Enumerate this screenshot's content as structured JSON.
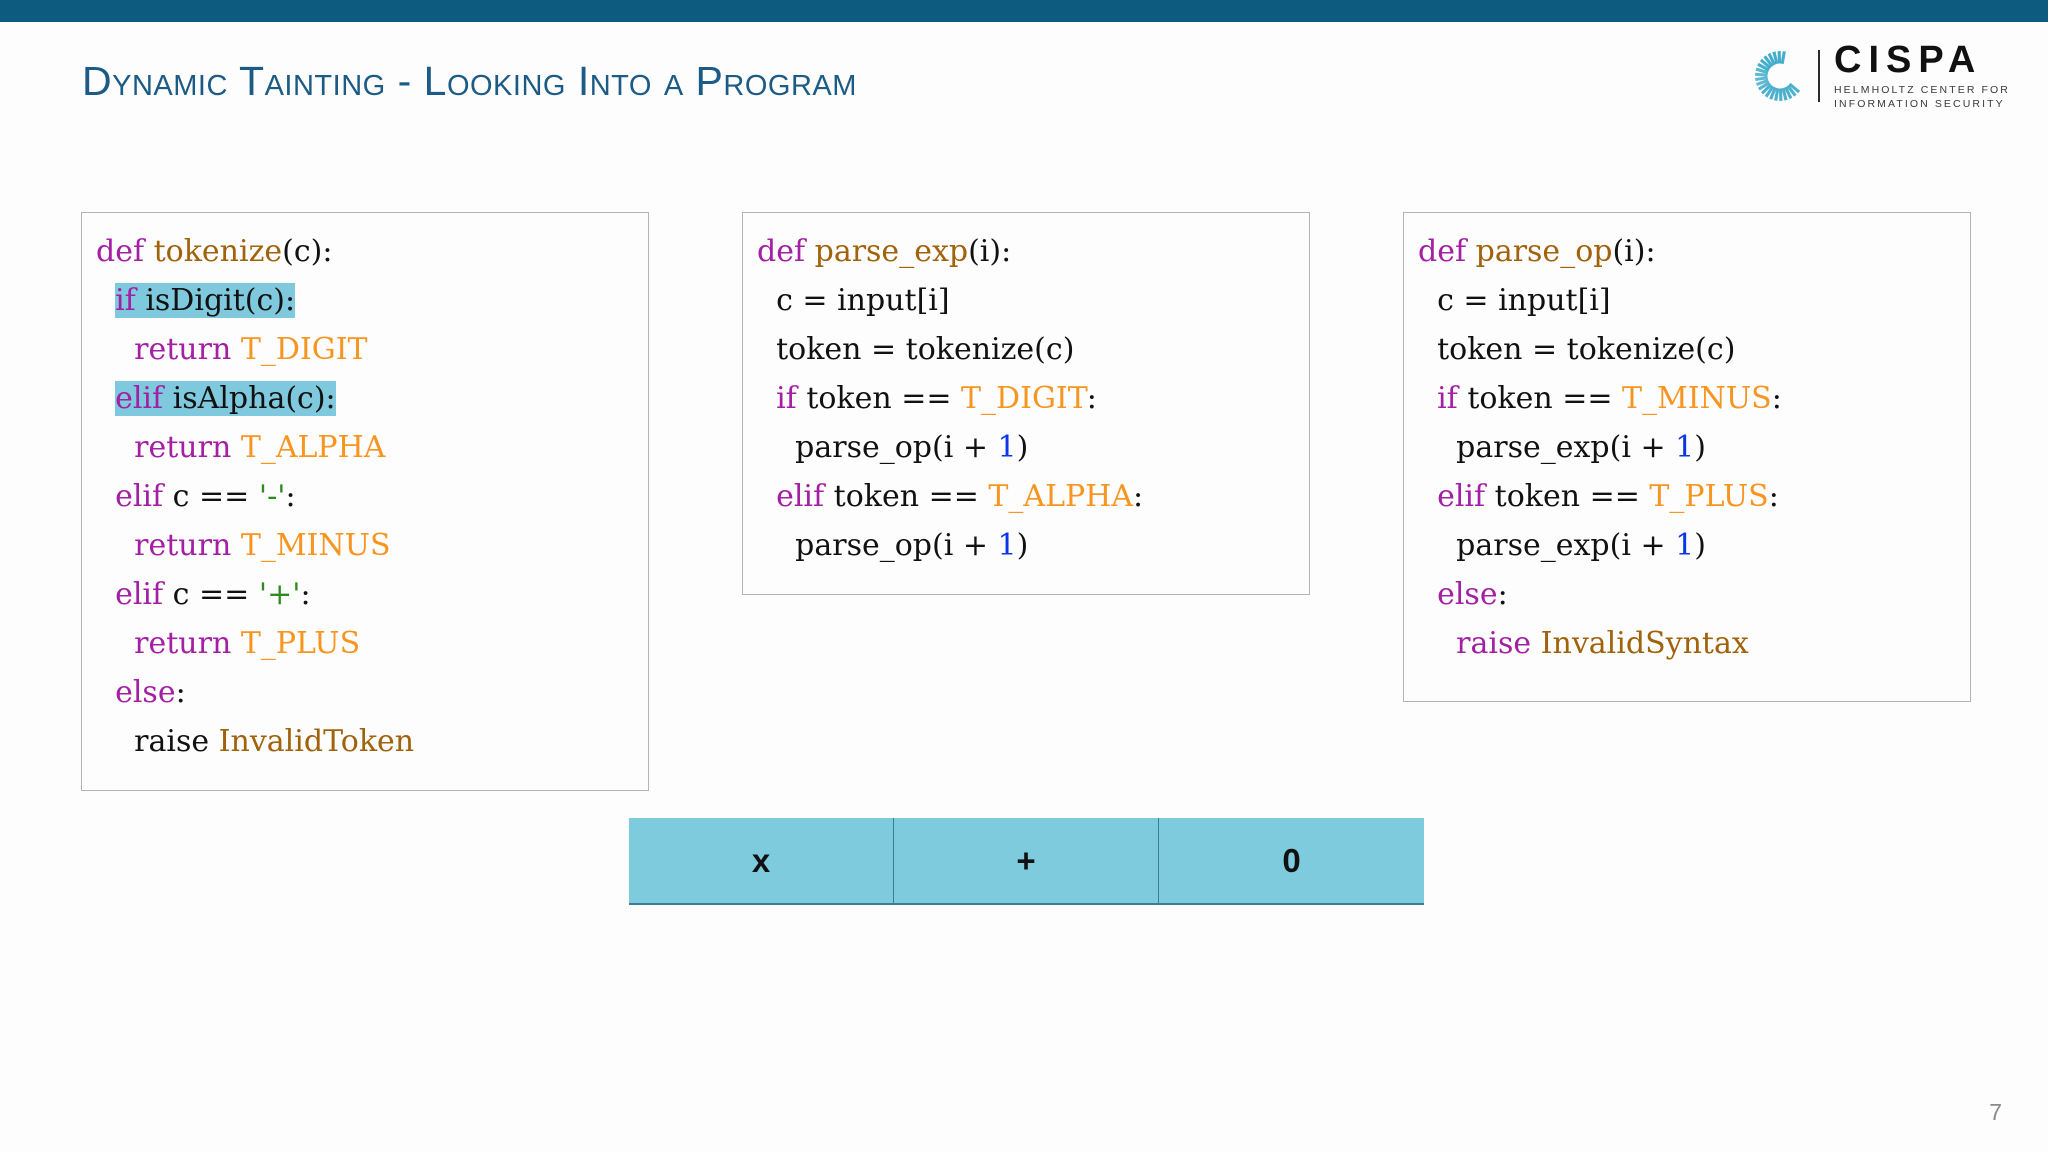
{
  "slide": {
    "title": "Dynamic Tainting - Looking Into a Program",
    "page_number": "7",
    "top_band_color": "#0d5c80",
    "title_color": "#1b5b86"
  },
  "logo": {
    "wordmark": "CISPA",
    "subtitle_line1": "HELMHOLTZ CENTER FOR",
    "subtitle_line2": "INFORMATION SECURITY",
    "mark_color": "#3aa9c9"
  },
  "syntax_colors": {
    "keyword": "#a31fa3",
    "function": "#a0620a",
    "constant": "#f79521",
    "string": "#2e8b1f",
    "number": "#0b35e8",
    "plain": "#111111",
    "highlight": "#7ec9dd"
  },
  "code_boxes": [
    {
      "id": "tokenize",
      "lines": [
        {
          "tokens": [
            {
              "t": "def ",
              "c": "kw"
            },
            {
              "t": "tokenize",
              "c": "fn"
            },
            {
              "t": "(c):",
              "c": "pln"
            }
          ]
        },
        {
          "highlight": true,
          "indent": 1,
          "tokens": [
            {
              "t": "if ",
              "c": "kw"
            },
            {
              "t": "isDigit(c):",
              "c": "pln"
            }
          ]
        },
        {
          "indent": 2,
          "tokens": [
            {
              "t": "return ",
              "c": "kw"
            },
            {
              "t": "T_DIGIT",
              "c": "cst"
            }
          ]
        },
        {
          "highlight": true,
          "indent": 1,
          "tokens": [
            {
              "t": "elif ",
              "c": "kw"
            },
            {
              "t": "isAlpha(c):",
              "c": "pln"
            }
          ]
        },
        {
          "indent": 2,
          "tokens": [
            {
              "t": "return ",
              "c": "kw"
            },
            {
              "t": "T_ALPHA",
              "c": "cst"
            }
          ]
        },
        {
          "indent": 1,
          "tokens": [
            {
              "t": "elif ",
              "c": "kw"
            },
            {
              "t": "c == ",
              "c": "pln"
            },
            {
              "t": "'-'",
              "c": "str"
            },
            {
              "t": ":",
              "c": "pln"
            }
          ]
        },
        {
          "indent": 2,
          "tokens": [
            {
              "t": "return ",
              "c": "kw"
            },
            {
              "t": "T_MINUS",
              "c": "cst"
            }
          ]
        },
        {
          "indent": 1,
          "tokens": [
            {
              "t": "elif ",
              "c": "kw"
            },
            {
              "t": "c == ",
              "c": "pln"
            },
            {
              "t": "'+'",
              "c": "str"
            },
            {
              "t": ":",
              "c": "pln"
            }
          ]
        },
        {
          "indent": 2,
          "tokens": [
            {
              "t": "return ",
              "c": "kw"
            },
            {
              "t": "T_PLUS",
              "c": "cst"
            }
          ]
        },
        {
          "indent": 1,
          "tokens": [
            {
              "t": "else",
              "c": "kw"
            },
            {
              "t": ":",
              "c": "pln"
            }
          ]
        },
        {
          "indent": 2,
          "tokens": [
            {
              "t": "raise ",
              "c": "pln"
            },
            {
              "t": "InvalidToken",
              "c": "fn"
            }
          ]
        }
      ]
    },
    {
      "id": "parse_exp",
      "lines": [
        {
          "tokens": [
            {
              "t": "def ",
              "c": "kw"
            },
            {
              "t": "parse_exp",
              "c": "fn"
            },
            {
              "t": "(i):",
              "c": "pln"
            }
          ]
        },
        {
          "indent": 1,
          "tokens": [
            {
              "t": "c = input[i]",
              "c": "pln"
            }
          ]
        },
        {
          "indent": 1,
          "tokens": [
            {
              "t": "token = tokenize(c)",
              "c": "pln"
            }
          ]
        },
        {
          "indent": 1,
          "tokens": [
            {
              "t": "if ",
              "c": "kw"
            },
            {
              "t": "token == ",
              "c": "pln"
            },
            {
              "t": "T_DIGIT",
              "c": "cst"
            },
            {
              "t": ":",
              "c": "pln"
            }
          ]
        },
        {
          "indent": 2,
          "tokens": [
            {
              "t": "parse_op(i + ",
              "c": "pln"
            },
            {
              "t": "1",
              "c": "num"
            },
            {
              "t": ")",
              "c": "pln"
            }
          ]
        },
        {
          "indent": 1,
          "tokens": [
            {
              "t": "elif ",
              "c": "kw"
            },
            {
              "t": "token == ",
              "c": "pln"
            },
            {
              "t": "T_ALPHA",
              "c": "cst"
            },
            {
              "t": ":",
              "c": "pln"
            }
          ]
        },
        {
          "indent": 2,
          "tokens": [
            {
              "t": "parse_op(i + ",
              "c": "pln"
            },
            {
              "t": "1",
              "c": "num"
            },
            {
              "t": ")",
              "c": "pln"
            }
          ]
        }
      ]
    },
    {
      "id": "parse_op",
      "lines": [
        {
          "tokens": [
            {
              "t": "def ",
              "c": "kw"
            },
            {
              "t": "parse_op",
              "c": "fn"
            },
            {
              "t": "(i):",
              "c": "pln"
            }
          ]
        },
        {
          "indent": 1,
          "tokens": [
            {
              "t": "c = input[i]",
              "c": "pln"
            }
          ]
        },
        {
          "indent": 1,
          "tokens": [
            {
              "t": "token = tokenize(c)",
              "c": "pln"
            }
          ]
        },
        {
          "indent": 1,
          "tokens": [
            {
              "t": "if ",
              "c": "kw"
            },
            {
              "t": "token == ",
              "c": "pln"
            },
            {
              "t": "T_MINUS",
              "c": "cst"
            },
            {
              "t": ":",
              "c": "pln"
            }
          ]
        },
        {
          "indent": 2,
          "tokens": [
            {
              "t": "parse_exp(i + ",
              "c": "pln"
            },
            {
              "t": "1",
              "c": "num"
            },
            {
              "t": ")",
              "c": "pln"
            }
          ]
        },
        {
          "indent": 1,
          "tokens": [
            {
              "t": "elif ",
              "c": "kw"
            },
            {
              "t": "token == ",
              "c": "pln"
            },
            {
              "t": "T_PLUS",
              "c": "cst"
            },
            {
              "t": ":",
              "c": "pln"
            }
          ]
        },
        {
          "indent": 2,
          "tokens": [
            {
              "t": "parse_exp(i + ",
              "c": "pln"
            },
            {
              "t": "1",
              "c": "num"
            },
            {
              "t": ")",
              "c": "pln"
            }
          ]
        },
        {
          "indent": 1,
          "tokens": [
            {
              "t": "else",
              "c": "kw"
            },
            {
              "t": ":",
              "c": "pln"
            }
          ]
        },
        {
          "indent": 2,
          "tokens": [
            {
              "t": "raise ",
              "c": "kw"
            },
            {
              "t": "InvalidSyntax",
              "c": "fn"
            }
          ]
        }
      ]
    }
  ],
  "token_table": {
    "cells": [
      "x",
      "+",
      "0"
    ],
    "cell_color": "#7ecbdd",
    "border_color": "#3e7c93"
  }
}
